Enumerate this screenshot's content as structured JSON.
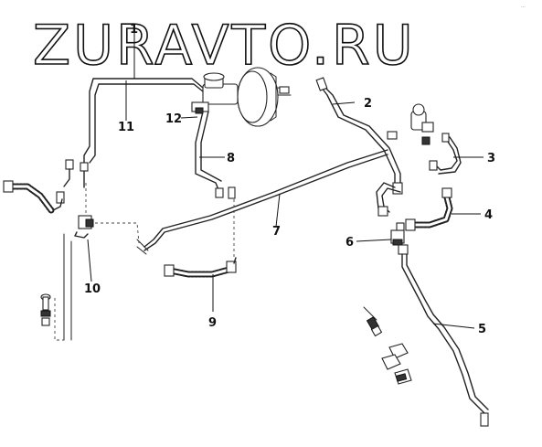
{
  "watermark": "ZURAVTO.RU",
  "corner_mark": "···",
  "callouts": [
    {
      "id": "1",
      "label": "1"
    },
    {
      "id": "2",
      "label": "2"
    },
    {
      "id": "3",
      "label": "3"
    },
    {
      "id": "4",
      "label": "4"
    },
    {
      "id": "5",
      "label": "5"
    },
    {
      "id": "6",
      "label": "6"
    },
    {
      "id": "7",
      "label": "7"
    },
    {
      "id": "8",
      "label": "8"
    },
    {
      "id": "9",
      "label": "9"
    },
    {
      "id": "10",
      "label": "10"
    },
    {
      "id": "11",
      "label": "11"
    },
    {
      "id": "12",
      "label": "12"
    }
  ]
}
